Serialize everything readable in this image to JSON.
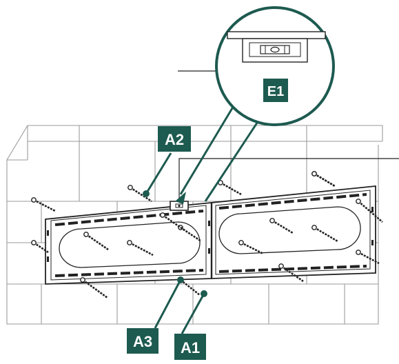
{
  "colors": {
    "accent": "#1d5a50",
    "line": "#222222",
    "wall_line": "#9a9a9a",
    "bracket_fill": "#ffffff"
  },
  "labels": {
    "e1": "E1",
    "a2": "A2",
    "a3": "A3",
    "a1": "A1"
  },
  "icons": {
    "level": "bubble-level-icon",
    "screw": "screw-anchor-icon"
  }
}
